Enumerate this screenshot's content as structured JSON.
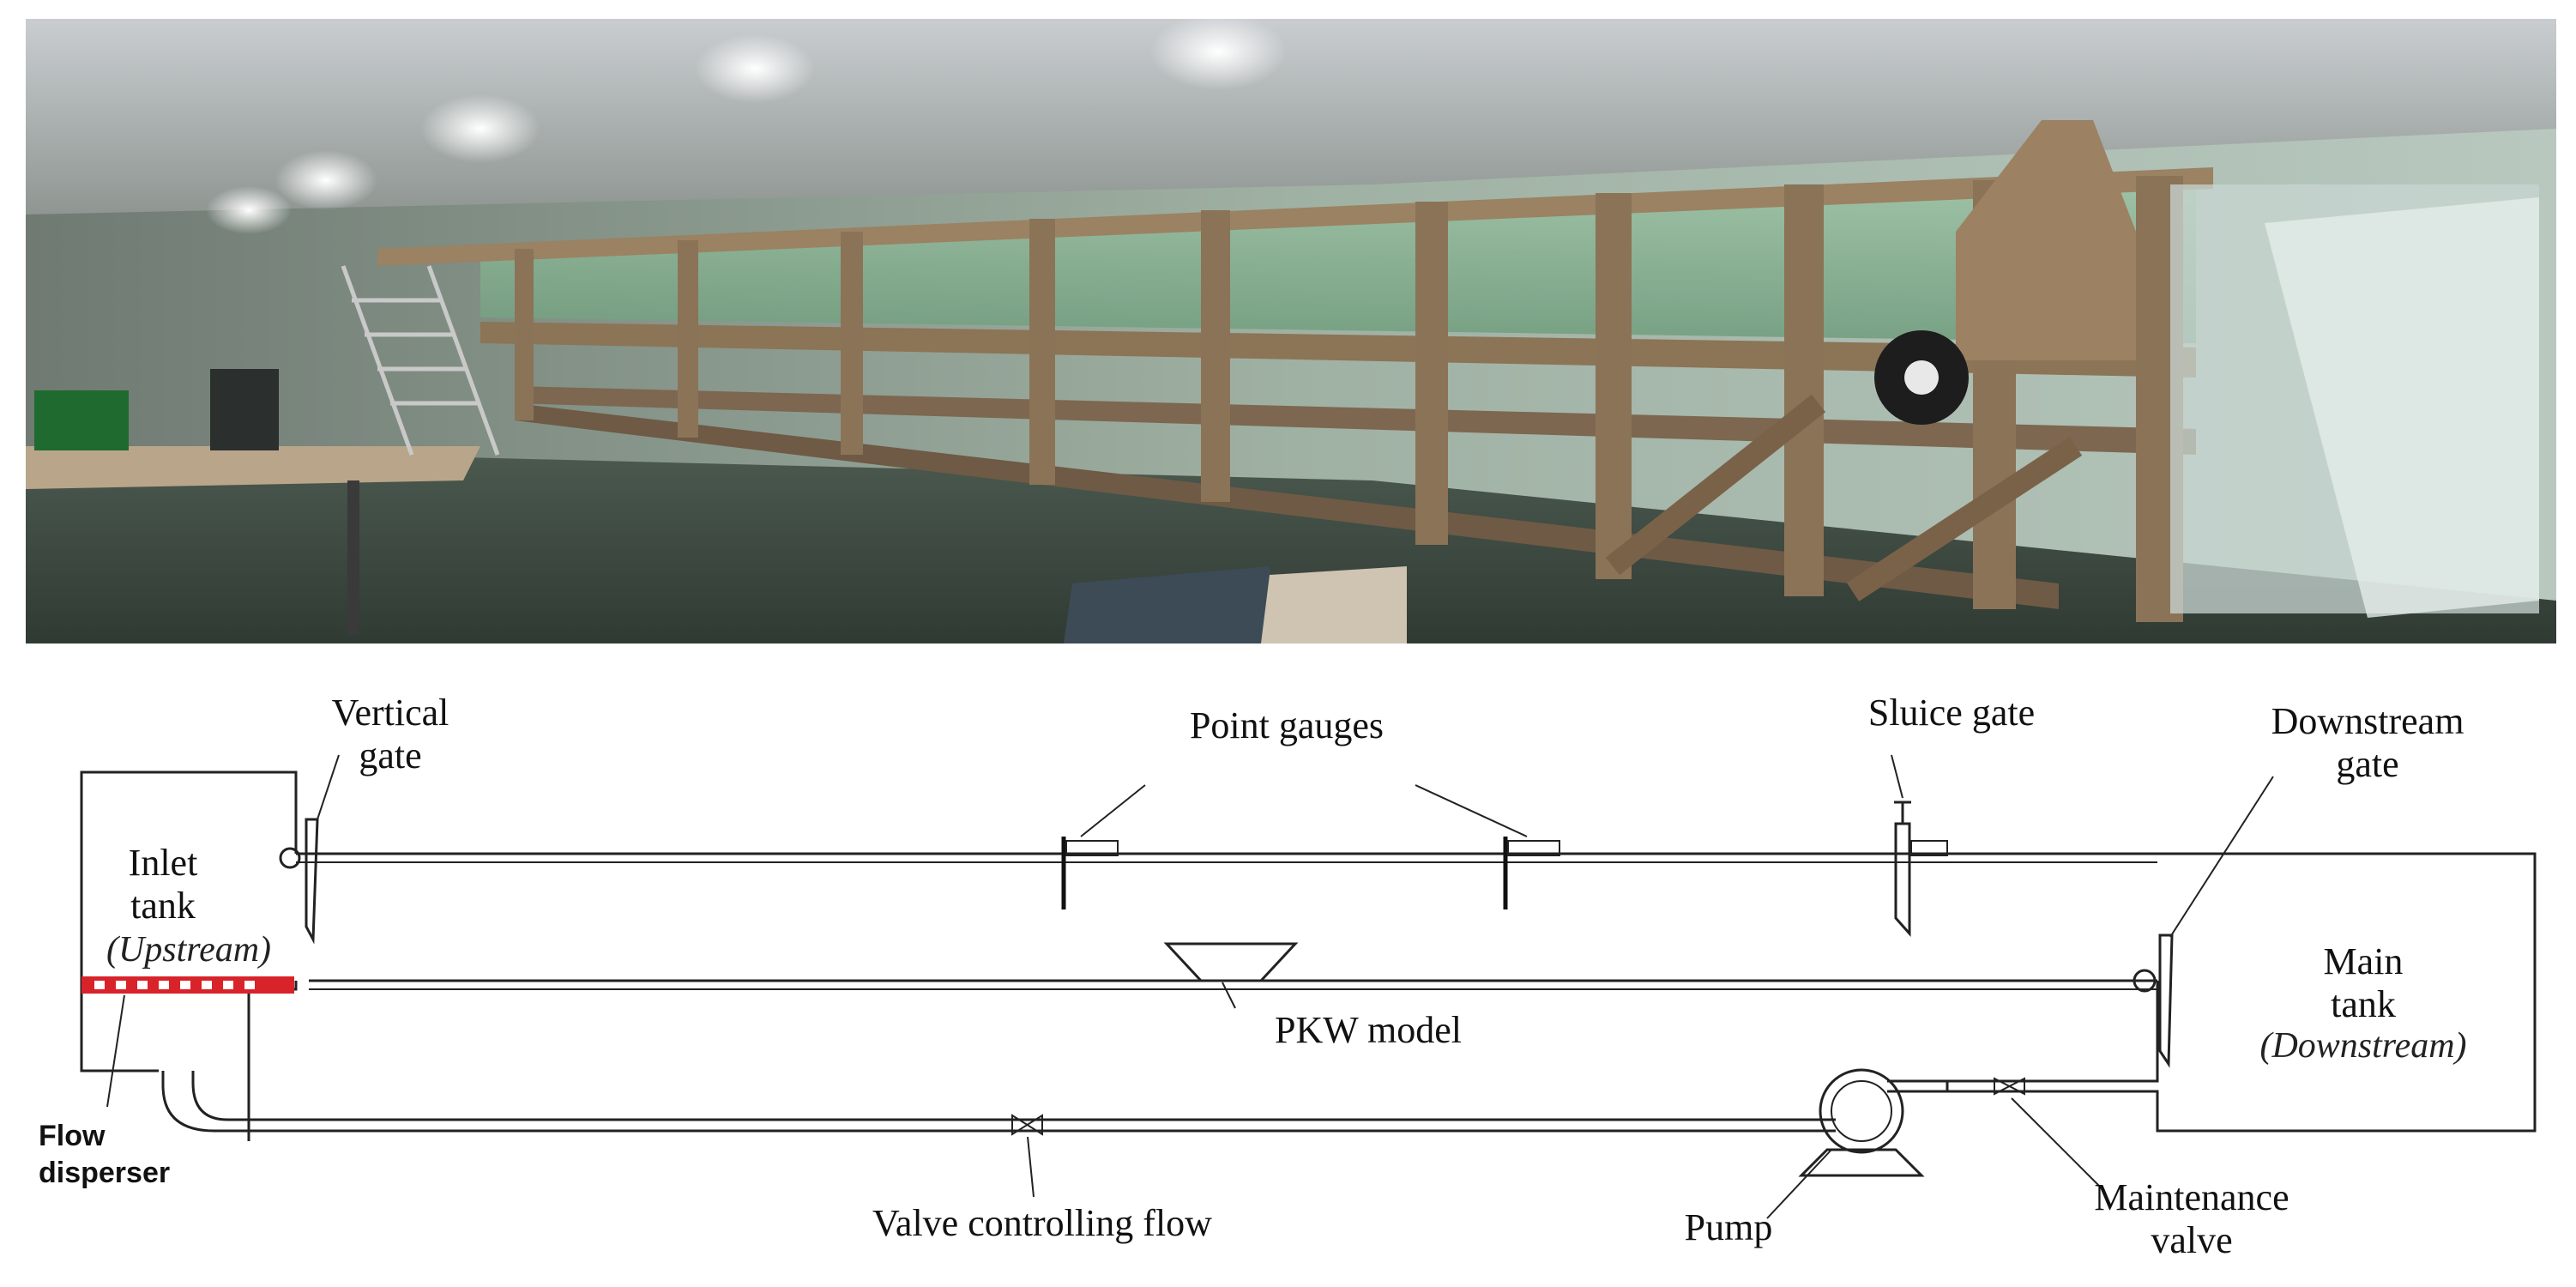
{
  "labels": {
    "vertical_gate": [
      "Vertical",
      "gate"
    ],
    "point_gauges": "Point gauges",
    "sluice_gate": "Sluice gate",
    "downstream_gate": [
      "Downstream",
      "gate"
    ],
    "inlet_tank": [
      "Inlet",
      "tank"
    ],
    "inlet_tank_note": "(Upstream)",
    "main_tank": [
      "Main",
      "tank"
    ],
    "main_tank_note": "(Downstream)",
    "pkw_model": "PKW model",
    "flow_disperser": [
      "Flow",
      "disperser"
    ],
    "valve_controlling_flow": "Valve controlling flow",
    "pump": "Pump",
    "maintenance_valve": [
      "Maintenance",
      "valve"
    ]
  },
  "colors": {
    "flow_disperser": "#d8232a",
    "line": "#222222"
  },
  "photo": {
    "icon": "laboratory-flume-photo"
  }
}
